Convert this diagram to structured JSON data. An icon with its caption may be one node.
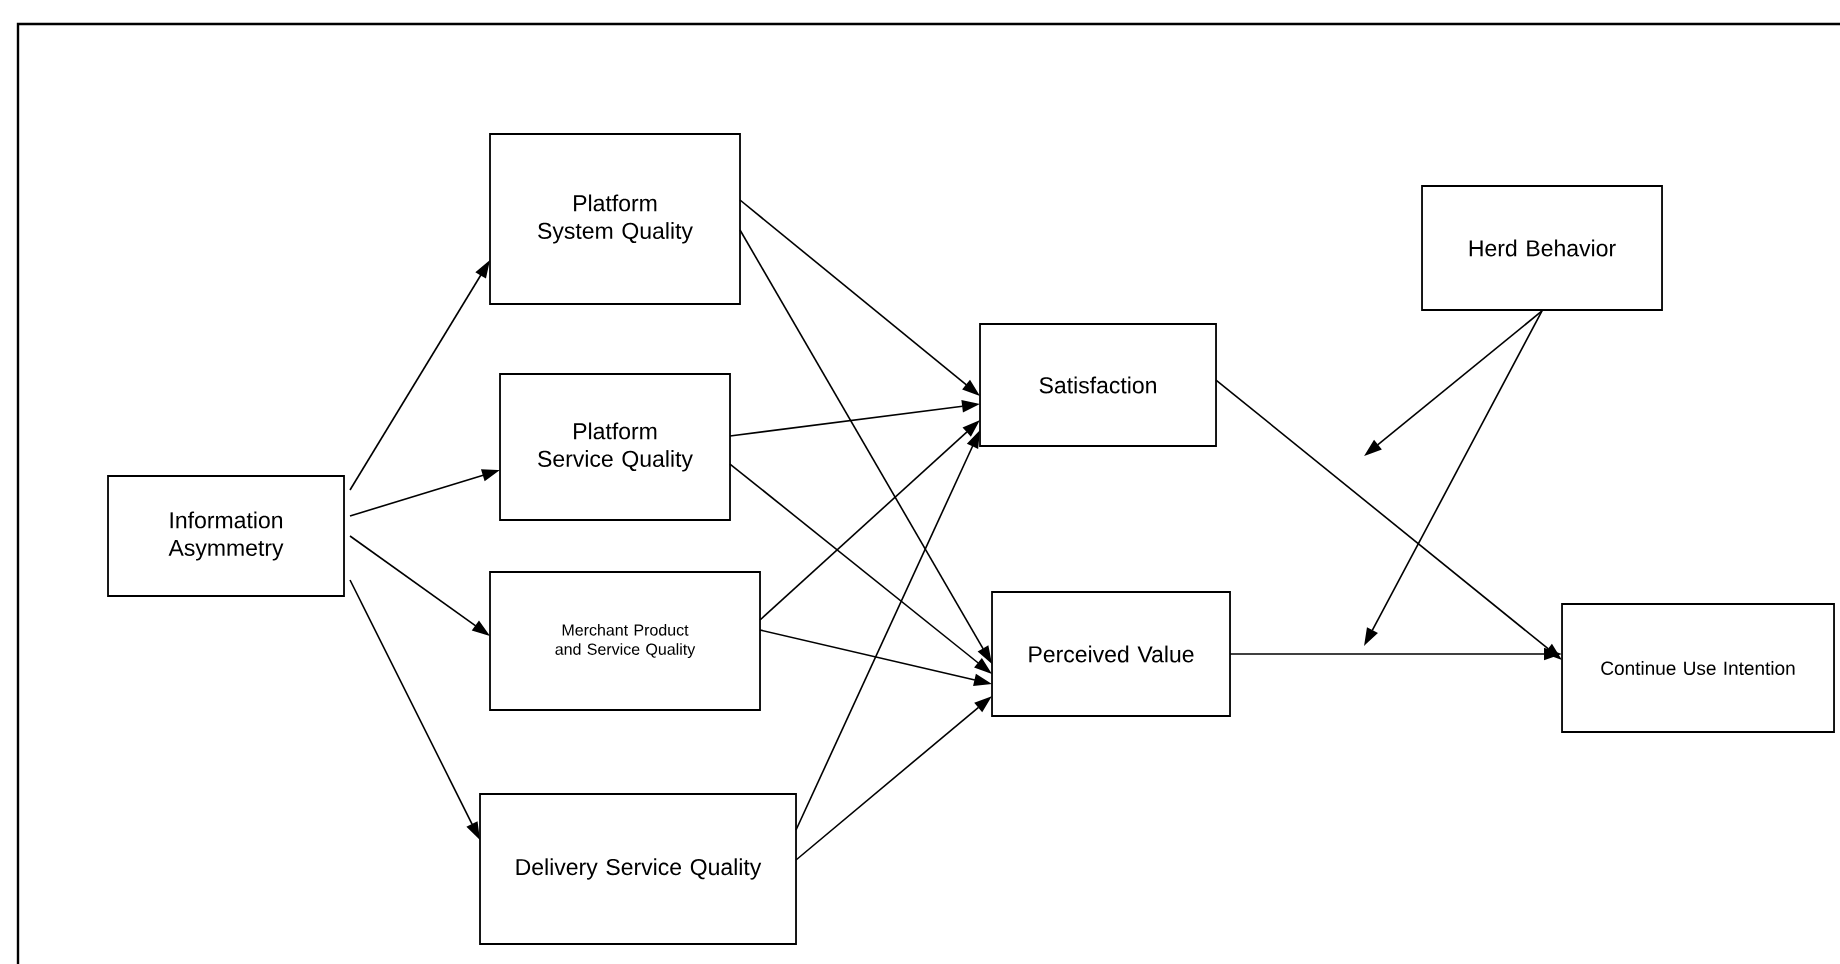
{
  "diagram": {
    "nodes": [
      {
        "text": [
          "Information Asymmetry"
        ]
      },
      {
        "text": [
          "Platform System Quality"
        ]
      },
      {
        "text": [
          "Platform Service Quality"
        ]
      },
      {
        "text": [
          "Merchant Product and Service Quality"
        ]
      },
      {
        "text": [
          "Delivery Service Quality"
        ]
      },
      {
        "text": [
          "Satisfaction"
        ]
      },
      {
        "text": [
          "Perceived Value"
        ]
      },
      {
        "text": [
          "Herd Behavior"
        ]
      },
      {
        "text": [
          "Continue Use Intention"
        ]
      }
    ],
    "edges": [
      {
        "from": 0,
        "to": 1,
        "arrow": "to"
      },
      {
        "from": 0,
        "to": 2,
        "arrow": "to"
      },
      {
        "from": 0,
        "to": 3,
        "arrow": "to"
      },
      {
        "from": 0,
        "to": 4,
        "arrow": "to"
      },
      {
        "from": 1,
        "to": 5,
        "arrow": "to"
      },
      {
        "from": 1,
        "to": 6,
        "arrow": "to"
      },
      {
        "from": 2,
        "to": 5,
        "arrow": "to"
      },
      {
        "from": 2,
        "to": 6,
        "arrow": "to"
      },
      {
        "from": 3,
        "to": 5,
        "arrow": "to"
      },
      {
        "from": 3,
        "to": 6,
        "arrow": "to"
      },
      {
        "from": 4,
        "to": 5,
        "arrow": "to"
      },
      {
        "from": 4,
        "to": 6,
        "arrow": "to"
      },
      {
        "from": 5,
        "to": 8,
        "arrow": "to"
      },
      {
        "from": 6,
        "to": 8,
        "arrow": "to"
      },
      {
        "from": 7,
        "to": null,
        "arrow": "to"
      },
      {
        "from": 7,
        "to": null,
        "arrow": "to"
      }
    ]
  }
}
